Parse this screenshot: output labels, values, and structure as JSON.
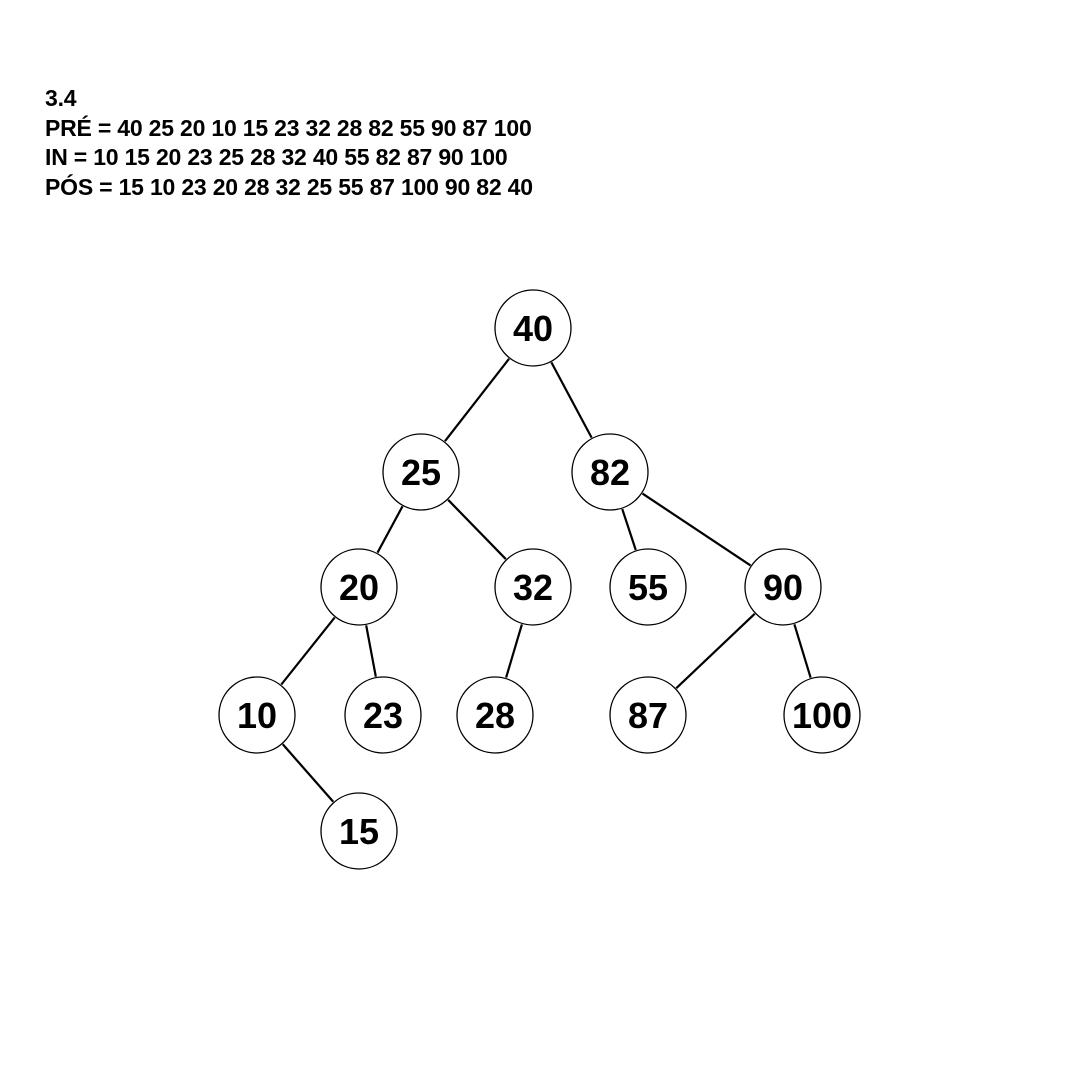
{
  "exercise": {
    "number": "3.4",
    "pre": "PRÉ = 40 25 20 10 15 23 32 28 82 55 90 87 100",
    "in": "IN = 10 15 20 23 25 28 32 40 55 82 87 90 100",
    "pos": "PÓS = 15 10 23 20 28 32 25 55 87 100 90 82 40"
  },
  "tree": {
    "nodes": [
      {
        "id": "n40",
        "label": "40"
      },
      {
        "id": "n25",
        "label": "25"
      },
      {
        "id": "n82",
        "label": "82"
      },
      {
        "id": "n20",
        "label": "20"
      },
      {
        "id": "n32",
        "label": "32"
      },
      {
        "id": "n55",
        "label": "55"
      },
      {
        "id": "n90",
        "label": "90"
      },
      {
        "id": "n10",
        "label": "10"
      },
      {
        "id": "n23",
        "label": "23"
      },
      {
        "id": "n28",
        "label": "28"
      },
      {
        "id": "n87",
        "label": "87"
      },
      {
        "id": "n100",
        "label": "100"
      },
      {
        "id": "n15",
        "label": "15"
      }
    ],
    "edges": [
      [
        "n40",
        "n25"
      ],
      [
        "n40",
        "n82"
      ],
      [
        "n25",
        "n20"
      ],
      [
        "n25",
        "n32"
      ],
      [
        "n82",
        "n55"
      ],
      [
        "n82",
        "n90"
      ],
      [
        "n20",
        "n10"
      ],
      [
        "n20",
        "n23"
      ],
      [
        "n32",
        "n28"
      ],
      [
        "n90",
        "n87"
      ],
      [
        "n90",
        "n100"
      ],
      [
        "n10",
        "n15"
      ]
    ]
  }
}
